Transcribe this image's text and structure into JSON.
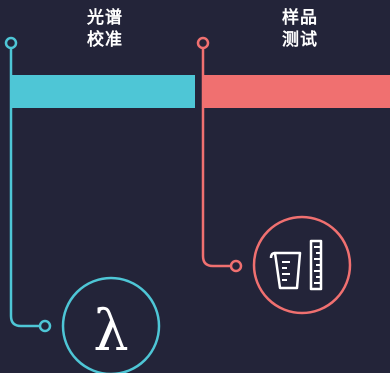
{
  "steps": [
    {
      "label_line1": "光谱",
      "label_line2": "校准",
      "color": "#4ec6d6",
      "icon": "lambda-icon",
      "icon_glyph": "λ"
    },
    {
      "label_line1": "样品",
      "label_line2": "测试",
      "color": "#f07070",
      "icon": "beaker-ruler-icon"
    }
  ],
  "background": "#232439"
}
